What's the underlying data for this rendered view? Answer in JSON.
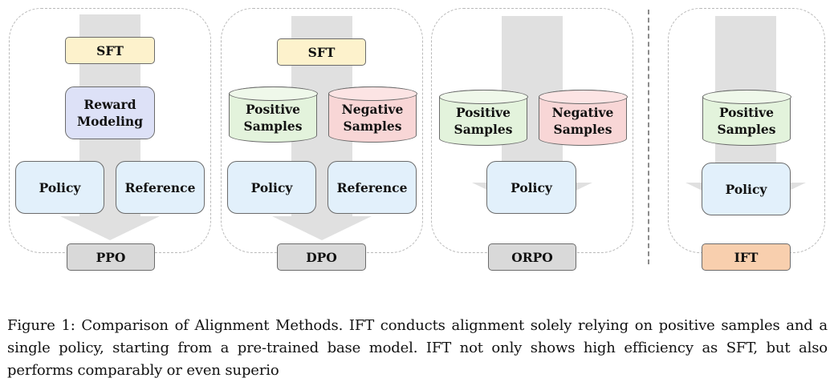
{
  "panel_1": {
    "sft": "SFT",
    "reward_modeling": [
      "Reward",
      "Modeling"
    ],
    "policy": "Policy",
    "reference": "Reference",
    "method": "PPO"
  },
  "panel_2": {
    "sft": "SFT",
    "positive": [
      "Positive",
      "Samples"
    ],
    "negative": [
      "Negative",
      "Samples"
    ],
    "policy": "Policy",
    "reference": "Reference",
    "method": "DPO"
  },
  "panel_3": {
    "positive": [
      "Positive",
      "Samples"
    ],
    "negative": [
      "Negative",
      "Samples"
    ],
    "policy": "Policy",
    "method": "ORPO"
  },
  "panel_4": {
    "positive": [
      "Positive",
      "Samples"
    ],
    "policy": "Policy",
    "method": "IFT"
  },
  "caption": "Figure 1: Comparison of Alignment Methods. IFT conducts alignment solely relying on positive samples and a single policy, starting from a pre-trained base model. IFT not only shows high efficiency as SFT, but also performs comparably or even superio",
  "colors": {
    "sft": "#fdf2cc",
    "reward_modeling": "#dde1f7",
    "policy": "#e2f0fb",
    "positive_samples": "#e3f3dc",
    "negative_samples": "#f8d6d6",
    "method": "#d9d9d9",
    "ift": "#f8cfae",
    "flow_arrow": "#e0e0e0"
  }
}
